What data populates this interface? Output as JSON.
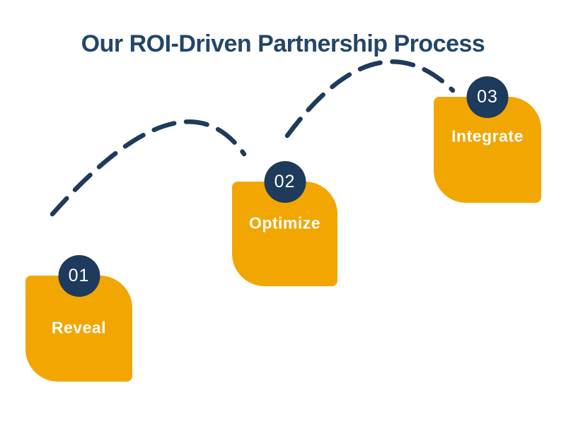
{
  "title": "Our ROI-Driven Partnership Process",
  "colors": {
    "background": "#FFFFFF",
    "accent_orange": "#F2A602",
    "navy": "#1E3A5C",
    "title_navy": "#234669",
    "step_text": "#FFFFFF"
  },
  "steps": [
    {
      "number": "01",
      "label": "Reveal"
    },
    {
      "number": "02",
      "label": "Optimize"
    },
    {
      "number": "03",
      "label": "Integrate"
    }
  ],
  "connectors": [
    {
      "name": "arc-step1-to-step2",
      "style": "dashed"
    },
    {
      "name": "arc-step2-to-step3",
      "style": "dashed"
    }
  ]
}
